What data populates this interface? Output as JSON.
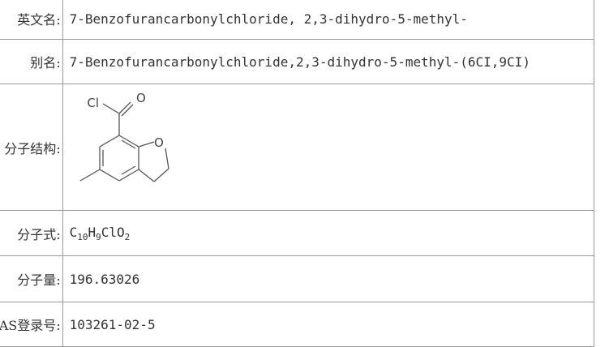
{
  "rows": {
    "english_name": {
      "label": "英文名:",
      "value": "7-Benzofurancarbonylchloride, 2,3-dihydro-5-methyl-"
    },
    "alias": {
      "label": "别名:",
      "value": "7-Benzofurancarbonylchloride,2,3-dihydro-5-methyl-(6CI,9CI)"
    },
    "structure": {
      "label": "分子结构:",
      "atom_cl": "Cl",
      "atom_o_carbonyl": "O",
      "atom_o_ring": "O"
    },
    "formula": {
      "label": "分子式:",
      "c": "C",
      "c_count": "10",
      "h": "H",
      "h_count": "9",
      "clo": "ClO",
      "o_count": "2"
    },
    "mass": {
      "label": "分子量:",
      "value": "196.63026"
    },
    "cas": {
      "label": "CAS登录号:",
      "value": "103261-02-5"
    }
  },
  "colors": {
    "border": "#9a9a9a",
    "text": "#333333",
    "bond": "#555555"
  }
}
